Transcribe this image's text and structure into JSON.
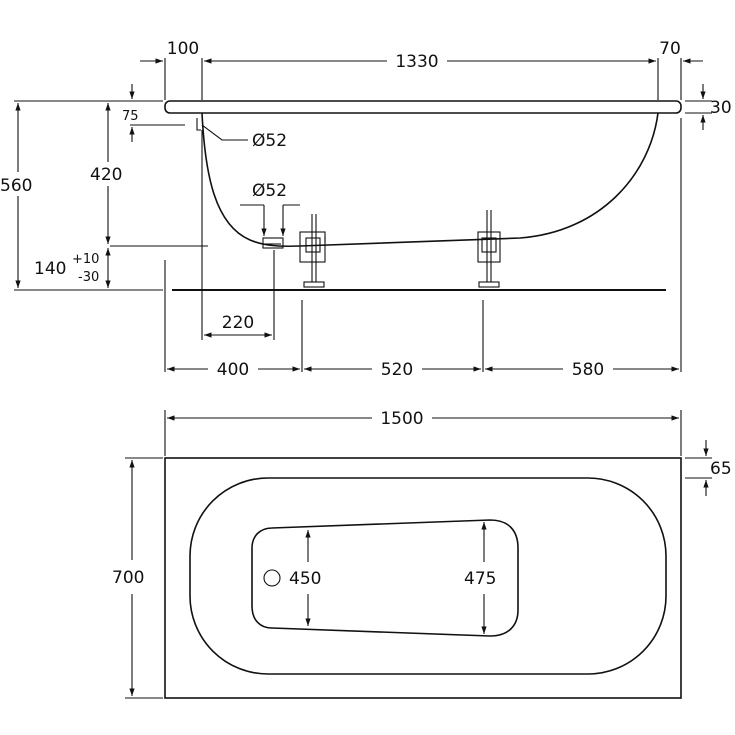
{
  "side_view": {
    "top_left_rim": "100",
    "top_inner_length": "1330",
    "top_right_rim": "70",
    "rim_thickness": "30",
    "rim_to_drain_top": "75",
    "drain_diameter_1": "Ø52",
    "inner_depth": "420",
    "total_height": "560",
    "foot_height": "140",
    "foot_tol_plus": "+10",
    "foot_tol_minus": "-30",
    "drain_diameter_2": "Ø52",
    "drain_offset": "220",
    "foot_distance_1": "400",
    "foot_distance_2": "520",
    "foot_distance_3": "580"
  },
  "top_view": {
    "total_length": "1500",
    "total_width": "700",
    "rim_width": "65",
    "bottom_width_left": "450",
    "bottom_width_right": "475"
  }
}
